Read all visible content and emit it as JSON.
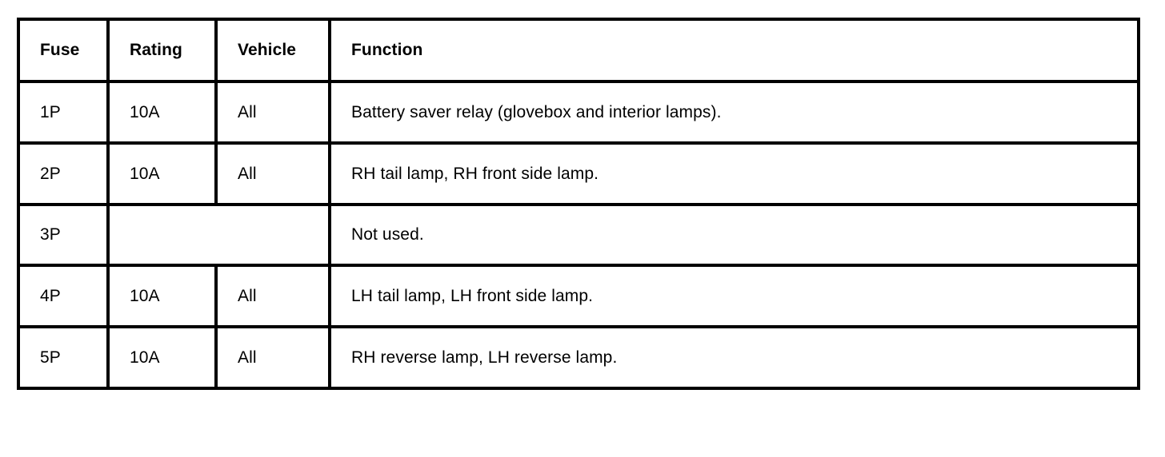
{
  "table": {
    "columns": [
      {
        "key": "fuse",
        "label": "Fuse"
      },
      {
        "key": "rating",
        "label": "Rating"
      },
      {
        "key": "vehicle",
        "label": "Vehicle"
      },
      {
        "key": "function",
        "label": "Function"
      }
    ],
    "rows": [
      {
        "fuse": "1P",
        "rating": "10A",
        "vehicle": "All",
        "function": "Battery saver relay (glovebox and interior lamps)."
      },
      {
        "fuse": "2P",
        "rating": "10A",
        "vehicle": "All",
        "function": "RH tail lamp, RH front side lamp."
      },
      {
        "fuse": "3P",
        "rating": "",
        "vehicle": "",
        "merged_rating_vehicle": true,
        "function": "Not used."
      },
      {
        "fuse": "4P",
        "rating": "10A",
        "vehicle": "All",
        "function": "LH tail lamp, LH front side lamp."
      },
      {
        "fuse": "5P",
        "rating": "10A",
        "vehicle": "All",
        "function": "RH reverse lamp, LH reverse lamp."
      }
    ]
  },
  "colors": {
    "border": "#000000",
    "text": "#000000",
    "background": "#ffffff"
  }
}
